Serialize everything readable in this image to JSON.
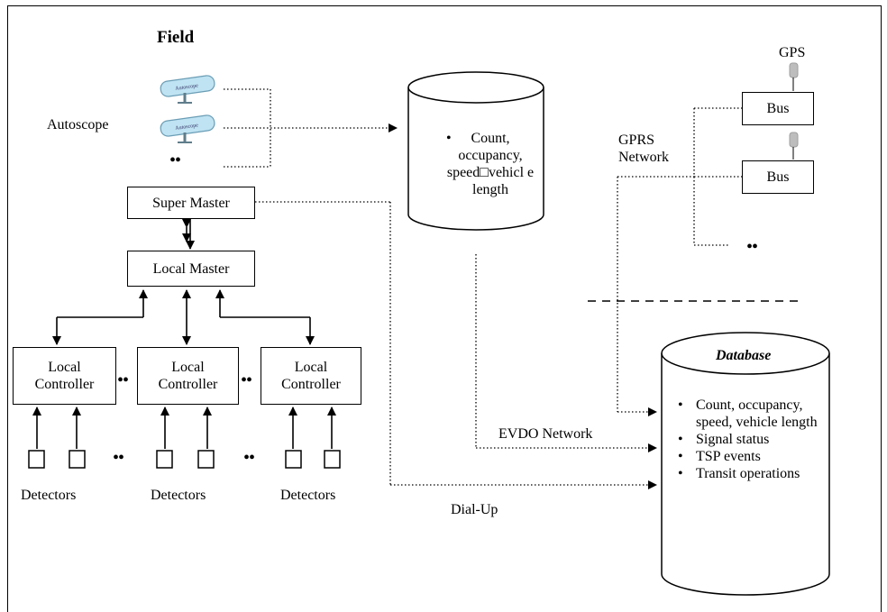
{
  "field_title": "Field",
  "autoscope_label": "Autoscope",
  "ellipsis": "••",
  "super_master": "Super Master",
  "local_master": "Local Master",
  "controllers": [
    "Local\nController",
    "Local\nController",
    "Local\nController"
  ],
  "detectors": [
    "Detectors",
    "Detectors",
    "Detectors"
  ],
  "db1_items": [
    "Count, occupancy, speed□vehicl e length"
  ],
  "gps_label": "GPS",
  "bus_labels": [
    "Bus",
    "Bus"
  ],
  "gprs_label": "GPRS\nNetwork",
  "evdo_label": "EVDO Network",
  "dialup_label": "Dial-Up",
  "database": {
    "title": "Database",
    "items": [
      "Count, occupancy, speed, vehicle length",
      "Signal status",
      "TSP events",
      "Transit operations"
    ]
  }
}
